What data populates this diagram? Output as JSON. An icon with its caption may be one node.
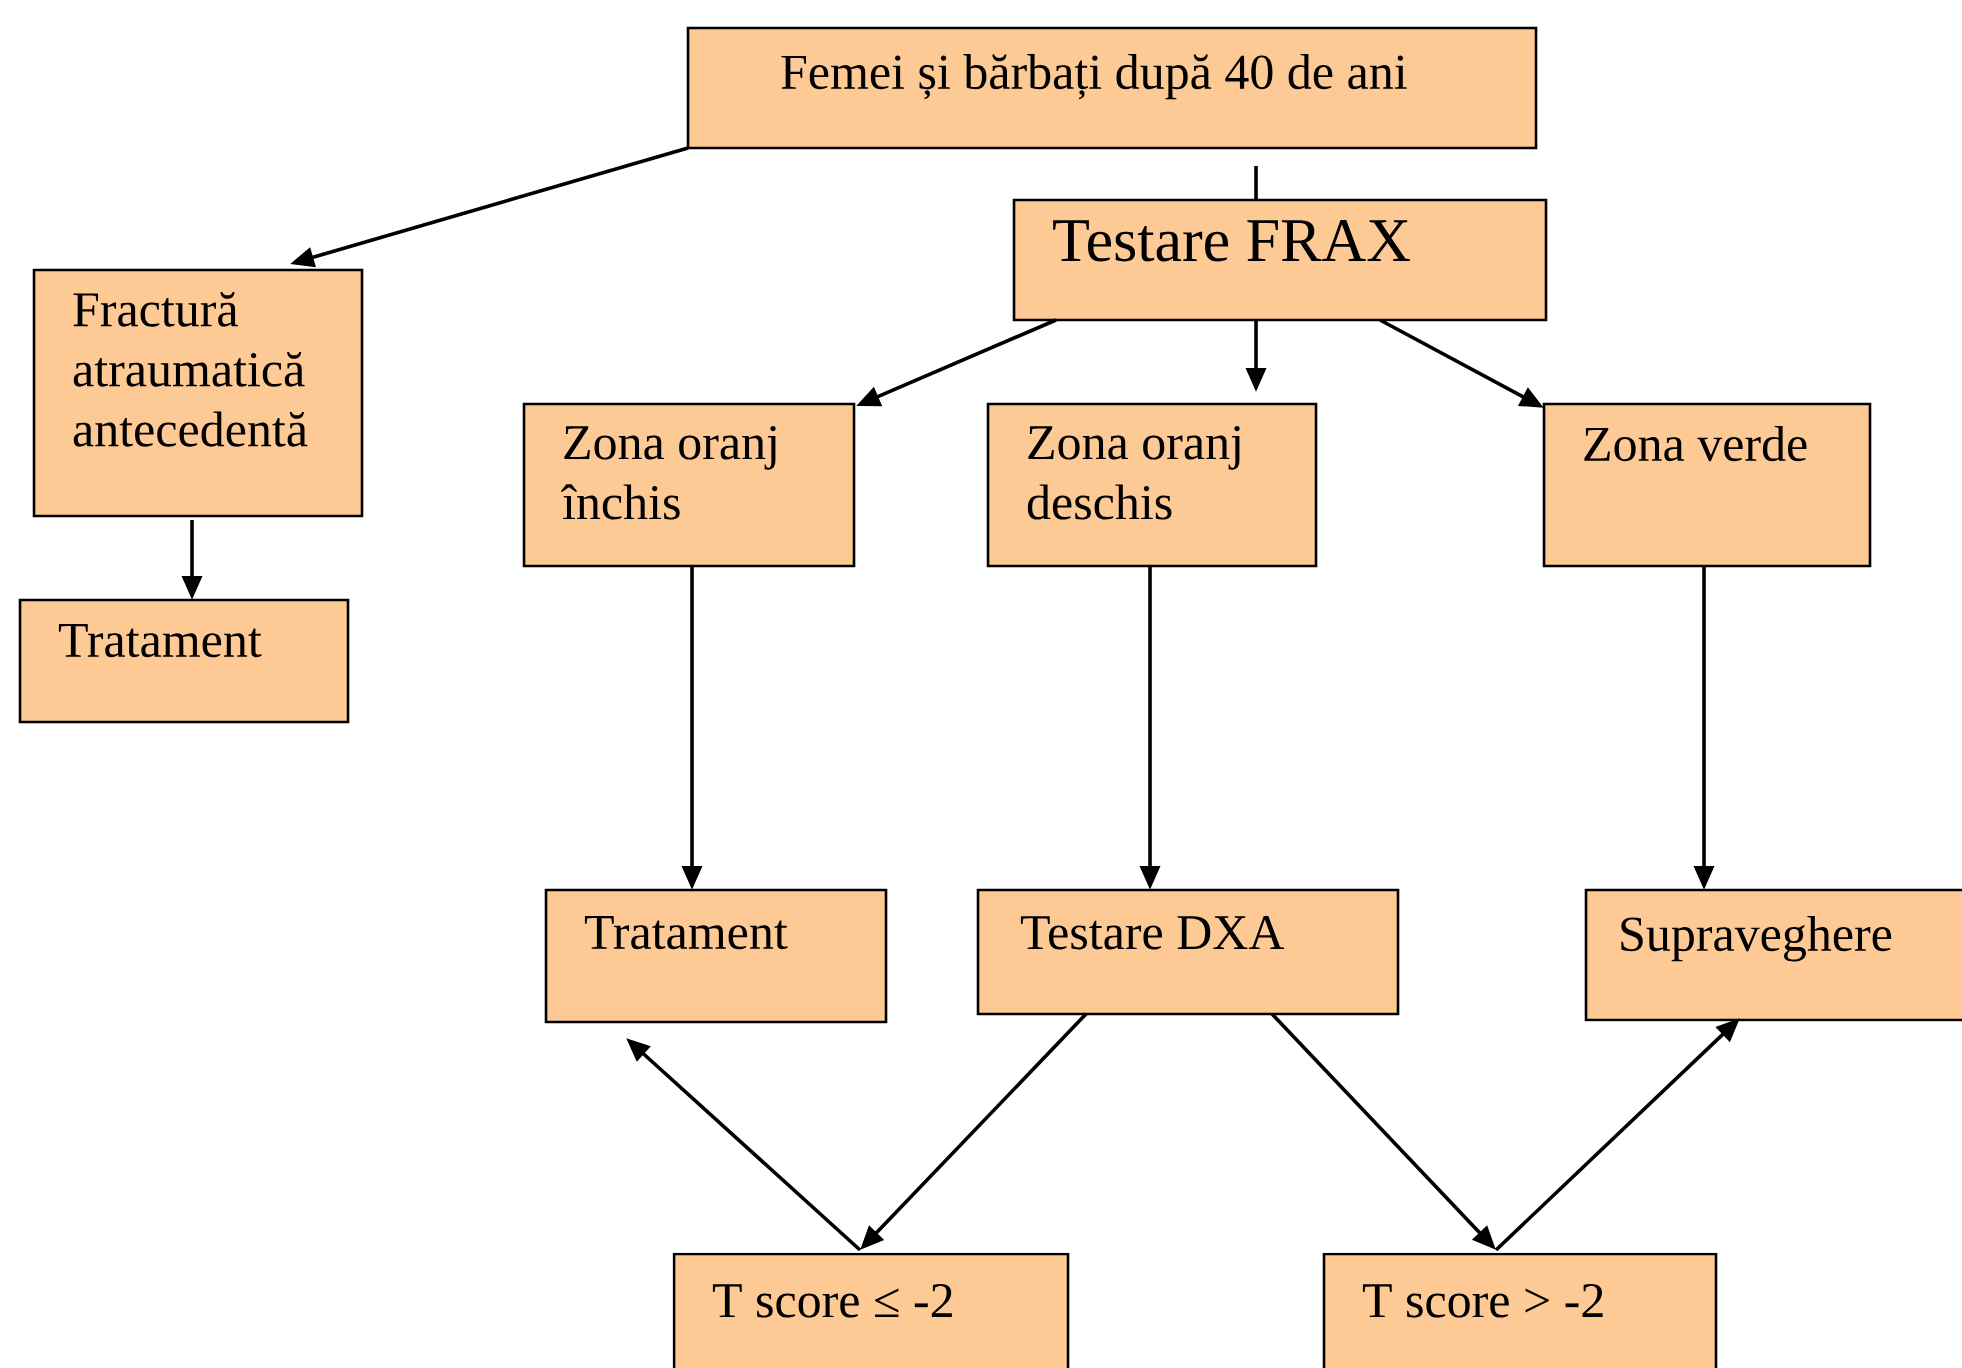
{
  "diagram": {
    "nodes": [
      {
        "text": [
          "Femei și bărbați după 40 de ani"
        ]
      },
      {
        "text": [
          "Fractură atraumatică antecedentă"
        ]
      },
      {
        "text": [
          "Tratament"
        ]
      },
      {
        "text": [
          "Testare FRAX"
        ]
      },
      {
        "text": [
          "Zona oranj închis"
        ]
      },
      {
        "text": [
          "Zona oranj deschis"
        ]
      },
      {
        "text": [
          "Zona verde"
        ]
      },
      {
        "text": [
          "Tratament"
        ]
      },
      {
        "text": [
          "Testare DXA"
        ]
      },
      {
        "text": [
          "Supraveghere"
        ]
      },
      {
        "text": [
          "T score ≤ -2"
        ]
      },
      {
        "text": [
          "T score > -2"
        ]
      }
    ],
    "edges": [
      {
        "from": 0,
        "to": 1,
        "arrow": "to"
      },
      {
        "from": 0,
        "to": 3,
        "arrow": "none"
      },
      {
        "from": 3,
        "to": 4,
        "arrow": "to"
      },
      {
        "from": 3,
        "to": 5,
        "arrow": "to"
      },
      {
        "from": 3,
        "to": 6,
        "arrow": "to"
      },
      {
        "from": 1,
        "to": 2,
        "arrow": "to"
      },
      {
        "from": 4,
        "to": 7,
        "arrow": "to"
      },
      {
        "from": 5,
        "to": 8,
        "arrow": "to"
      },
      {
        "from": 6,
        "to": 9,
        "arrow": "to"
      },
      {
        "from": 8,
        "to": 10,
        "arrow": "to"
      },
      {
        "from": 10,
        "to": 7,
        "arrow": "to"
      },
      {
        "from": 8,
        "to": 11,
        "arrow": "to"
      },
      {
        "from": 11,
        "to": 9,
        "arrow": "to"
      }
    ]
  }
}
